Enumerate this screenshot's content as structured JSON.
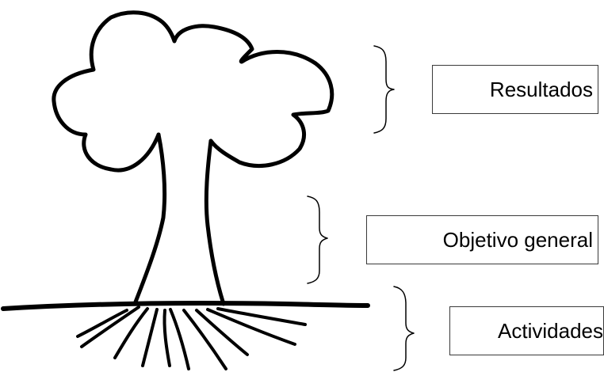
{
  "labels": {
    "resultados": "Resultados",
    "objetivo_general": "Objetivo general",
    "actividades": "Actividades"
  }
}
